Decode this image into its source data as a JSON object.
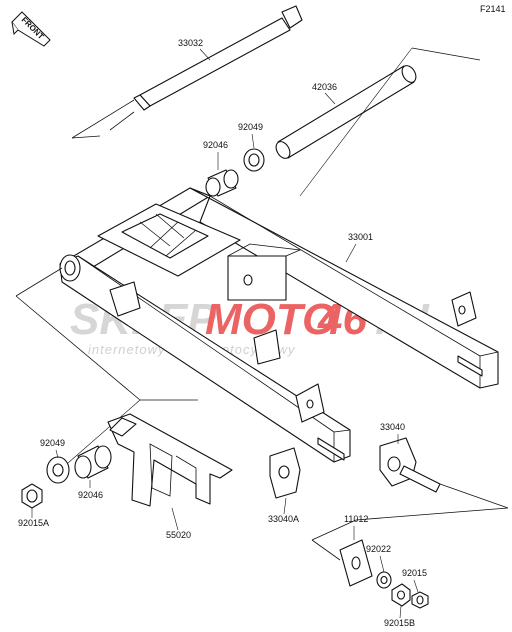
{
  "diagram": {
    "figure_code": "F2141",
    "front_marker": "FRONT",
    "watermark": {
      "brand_main": "SKLEP",
      "brand_moto": "MOTO",
      "brand_num": "46",
      "brand_tld": ".PL",
      "tagline": "internetowy sklep motocyklowy",
      "color_gray": "#d0d0d0",
      "color_red": "#e84848"
    },
    "parts": [
      {
        "id": "p33032",
        "number": "33032"
      },
      {
        "id": "p42036",
        "number": "42036"
      },
      {
        "id": "p92049a",
        "number": "92049"
      },
      {
        "id": "p92046a",
        "number": "92046"
      },
      {
        "id": "p33001",
        "number": "33001"
      },
      {
        "id": "p92049b",
        "number": "92049"
      },
      {
        "id": "p92046b",
        "number": "92046"
      },
      {
        "id": "p92015a",
        "number": "92015A"
      },
      {
        "id": "p55020",
        "number": "55020"
      },
      {
        "id": "p33040a",
        "number": "33040A"
      },
      {
        "id": "p33040",
        "number": "33040"
      },
      {
        "id": "p11012",
        "number": "11012"
      },
      {
        "id": "p92022",
        "number": "92022"
      },
      {
        "id": "p92015",
        "number": "92015"
      },
      {
        "id": "p92015b",
        "number": "92015B"
      }
    ]
  }
}
